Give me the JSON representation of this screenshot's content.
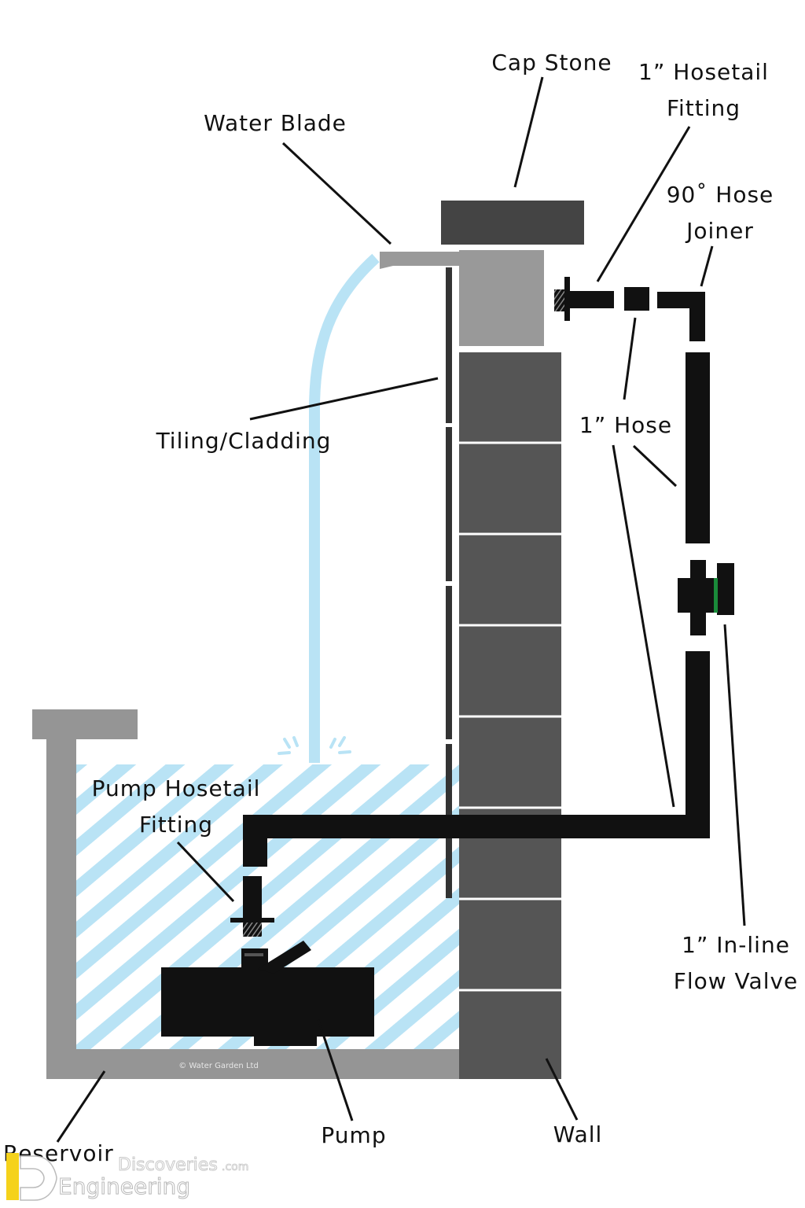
{
  "labels": {
    "cap_stone": "Cap Stone",
    "hosetail_fitting_line1": "1” Hosetail",
    "hosetail_fitting_line2": "Fitting",
    "water_blade": "Water Blade",
    "hose_joiner_line1": "90˚ Hose",
    "hose_joiner_line2": "Joiner",
    "tiling": "Tiling/Cladding",
    "hose": "1” Hose",
    "pump_hosetail_line1": "Pump Hosetail",
    "pump_hosetail_line2": "Fitting",
    "inline_valve_line1": "1” In-line",
    "inline_valve_line2": "Flow Valve",
    "reservoir": "Reservoir",
    "pump": "Pump",
    "wall": "Wall"
  },
  "copyright": "© Water Garden Ltd",
  "watermark": {
    "top": "Discoveries",
    "suffix": ".com",
    "bottom": "Engineering"
  },
  "colors": {
    "water": "#b9e3f5",
    "wall_block": "#555555",
    "cap_stone": "#444444",
    "blade_box": "#999999",
    "reservoir": "#959595",
    "pipe": "#111111",
    "valve_green": "#1a8a3a"
  }
}
